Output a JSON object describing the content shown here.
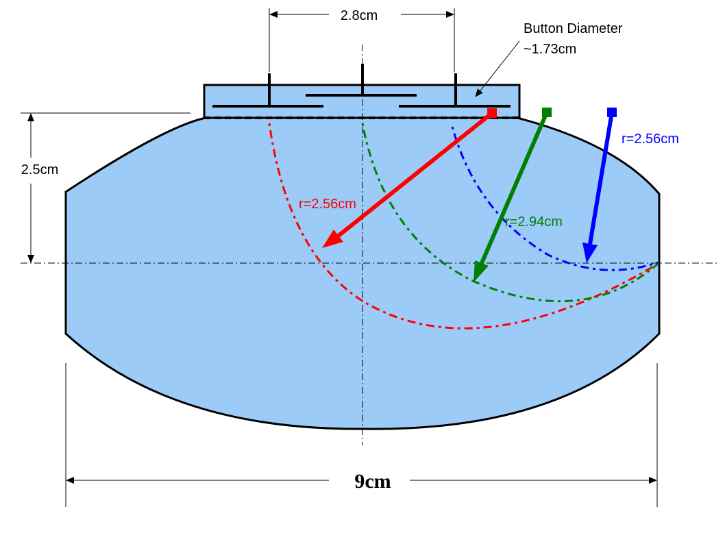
{
  "labels": {
    "top_dimension": "2.8cm",
    "button_diameter_line1": "Button Diameter",
    "button_diameter_line2": "~1.73cm",
    "height_dimension": "2.5cm",
    "width_dimension": "9cm",
    "red_radius": "r=2.56cm",
    "green_radius": "r=2.94cm",
    "blue_radius": "r=2.56cm"
  },
  "colors": {
    "body_fill": "#9ccbf8",
    "outline": "#000000",
    "red": "#ff0000",
    "green": "#008000",
    "blue": "#0000ff"
  }
}
